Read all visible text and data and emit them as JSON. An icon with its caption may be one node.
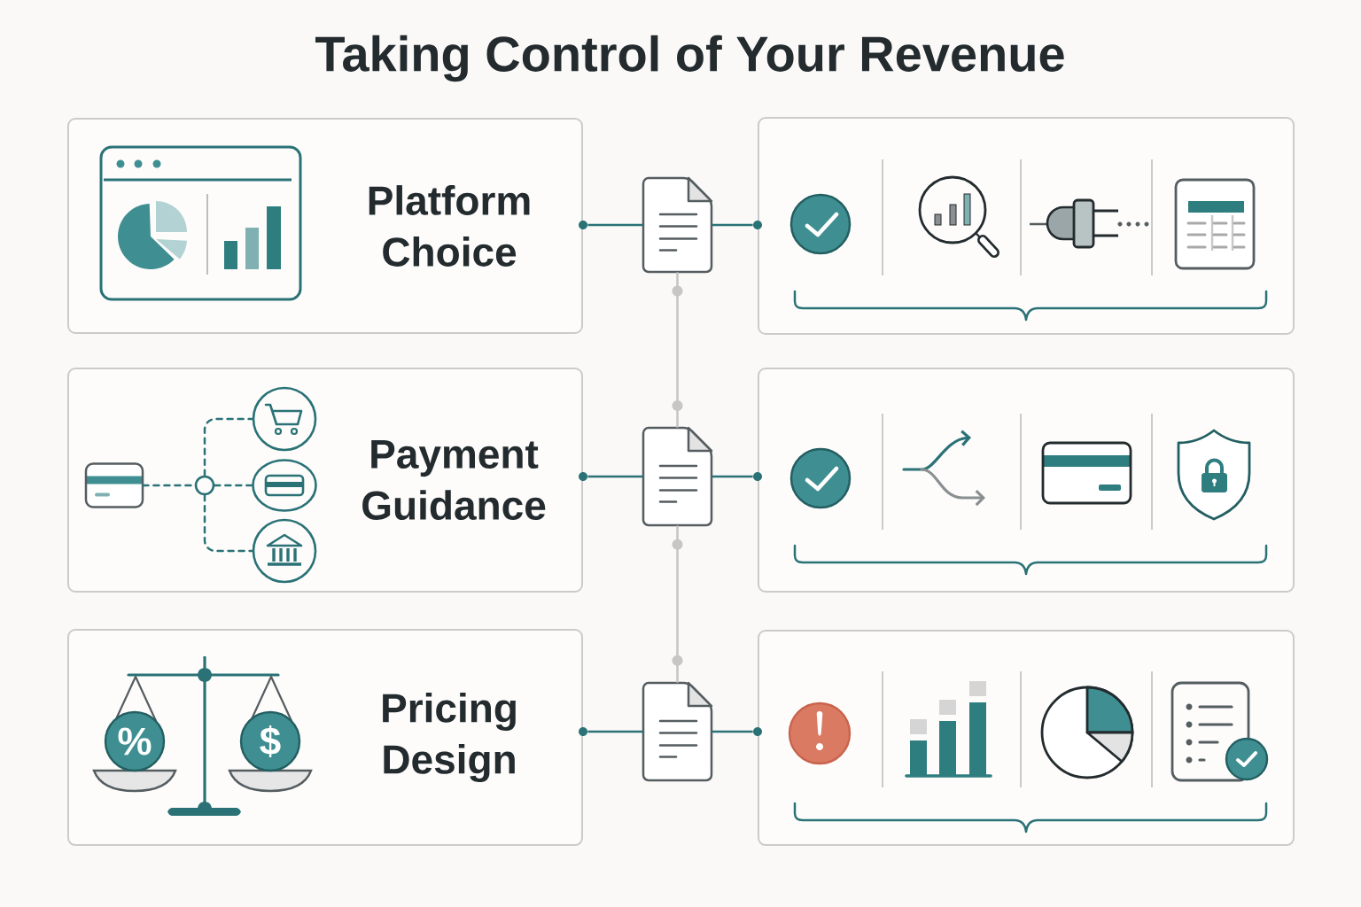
{
  "diagram": {
    "title": "Taking Control of Your Revenue",
    "nodes": [
      {
        "text": [
          "Platform Choice"
        ]
      },
      {
        "text": [],
        "shape": "circle"
      },
      {
        "text": [],
        "shape": "document"
      },
      {
        "text": [],
        "shape": "circle"
      },
      {
        "text": [],
        "shape": "box"
      },
      {
        "text": [
          "Payment Guidance"
        ]
      },
      {
        "text": [],
        "shape": "card",
        "in": 5
      },
      {
        "text": [],
        "shape": "circle",
        "in": 5
      },
      {
        "text": [],
        "shape": "circle",
        "in": 5
      },
      {
        "text": [],
        "shape": "circle",
        "in": 5
      },
      {
        "text": [],
        "shape": "circle",
        "in": 5
      },
      {
        "text": [],
        "shape": "circle"
      },
      {
        "text": [],
        "shape": "document"
      },
      {
        "text": [],
        "shape": "circle"
      },
      {
        "text": [],
        "shape": "box"
      },
      {
        "text": [
          "Pricing Design"
        ]
      },
      {
        "text": [],
        "shape": "circle"
      },
      {
        "text": [],
        "shape": "document"
      },
      {
        "text": [],
        "shape": "circle"
      },
      {
        "text": [],
        "shape": "box"
      }
    ],
    "edges": [
      {
        "from": 1,
        "to": 2,
        "arrow": "none"
      },
      {
        "from": 2,
        "to": 3,
        "arrow": "none"
      },
      {
        "from": 2,
        "to": 12,
        "arrow": "none",
        "color": "#c4c4c4"
      },
      {
        "from": 11,
        "to": 12,
        "arrow": "none"
      },
      {
        "from": 12,
        "to": 13,
        "arrow": "none"
      },
      {
        "from": 6,
        "to": 7,
        "arrow": "none",
        "style": "dashed"
      },
      {
        "from": 7,
        "to": 8,
        "arrow": "none",
        "style": "dashed"
      },
      {
        "from": 7,
        "to": 9,
        "arrow": "none",
        "style": "dashed"
      },
      {
        "from": 7,
        "to": 10,
        "arrow": "none",
        "style": "dashed"
      },
      {
        "from": 12,
        "to": 17,
        "arrow": "none",
        "color": "#c4c4c4"
      },
      {
        "from": 16,
        "to": 17,
        "arrow": "none"
      },
      {
        "from": 17,
        "to": 18,
        "arrow": "none"
      }
    ],
    "labels": [
      "%",
      "$"
    ]
  }
}
